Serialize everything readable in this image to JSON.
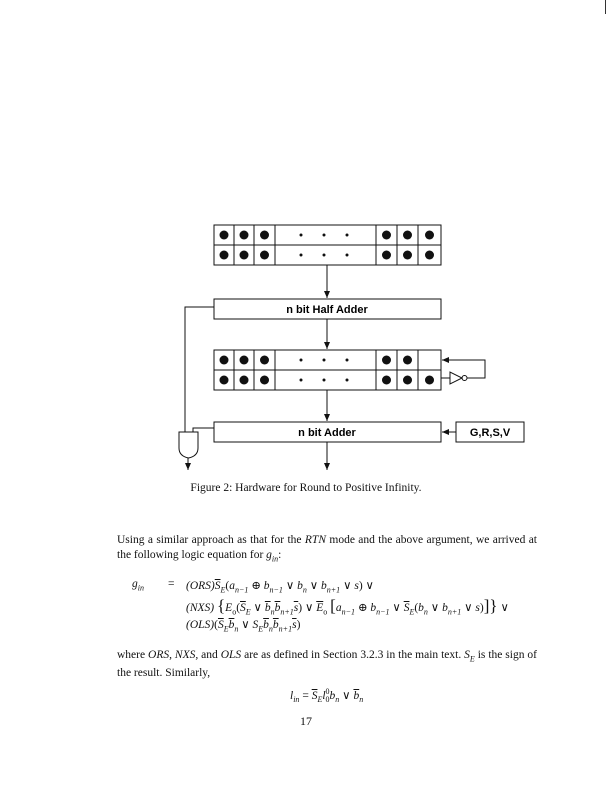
{
  "figure": {
    "half_adder_label": "n bit Half Adder",
    "adder_label": "n bit Adder",
    "grsv_label": "G,R,S,V",
    "caption": "Figure 2: Hardware for Round to Positive Infinity."
  },
  "text": {
    "para1_a": "Using a similar approach as that for the ",
    "para1_rtn": "RTN",
    "para1_b": " mode and the above argument, we arrived at the following logic equation for ",
    "para1_gin": "g",
    "para1_gin_sub": "in",
    "para1_end": ":",
    "para2_a": "where ",
    "para2_terms": "ORS, NXS,",
    "para2_and": " and ",
    "para2_ols": "OLS",
    "para2_b": " are as defined in Section 3.2.3 in the main text. ",
    "para2_se": "S",
    "para2_se_sub": "E",
    "para2_c": " is the sign of the result. Similarly,"
  },
  "equations": {
    "gin_lhs": "g",
    "gin_lhs_sub": "in",
    "eq_sign": "=",
    "line1": "(ORS)",
    "line2": "(NXS)",
    "line3": "(OLS)",
    "lin_lhs": "l",
    "lin_sub": "in"
  },
  "page_number": "17"
}
